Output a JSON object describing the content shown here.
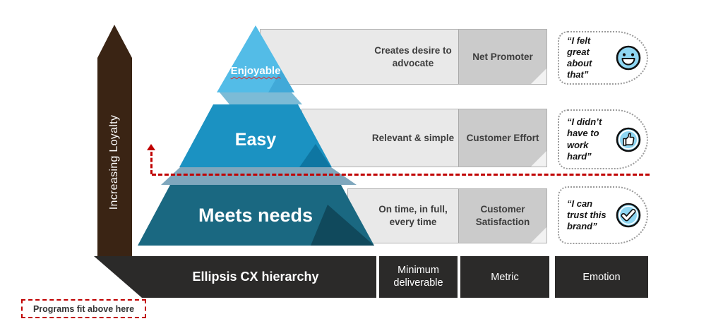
{
  "loyalty_arrow": {
    "label": "Increasing Loyalty"
  },
  "pyramid": {
    "levels": [
      {
        "label": "Enjoyable"
      },
      {
        "label": "Easy"
      },
      {
        "label": "Meets needs"
      }
    ]
  },
  "rows": [
    {
      "deliverable": "Creates desire to advocate",
      "metric": "Net Promoter",
      "quote": "“I felt great about that”",
      "icon": "smiley-face-icon"
    },
    {
      "deliverable": "Relevant & simple",
      "metric": "Customer Effort",
      "quote": "“I didn’t have to work hard”",
      "icon": "thumbs-up-icon"
    },
    {
      "deliverable": "On time, in full, every time",
      "metric": "Customer Satisfaction",
      "quote": "“I can trust this brand”",
      "icon": "check-mark-icon"
    }
  ],
  "footer": {
    "title": "Ellipsis CX hierarchy",
    "columns": [
      "Minimum deliverable",
      "Metric",
      "Emotion"
    ]
  },
  "annotation": {
    "label": "Programs fit above here"
  },
  "palette": {
    "level1_blue": "#53bce7",
    "level2_blue": "#1b92c2",
    "level3_teal": "#1a6881",
    "shadow_band": "#7fa7bd",
    "arrow_brown": "#3a2414",
    "bar_dark": "#2b2a29",
    "row_light_gray": "#e9e9e9",
    "row_dark_gray": "#cbcbcb",
    "annotation_red": "#c00000",
    "icon_blue": "#8ed6f2"
  }
}
